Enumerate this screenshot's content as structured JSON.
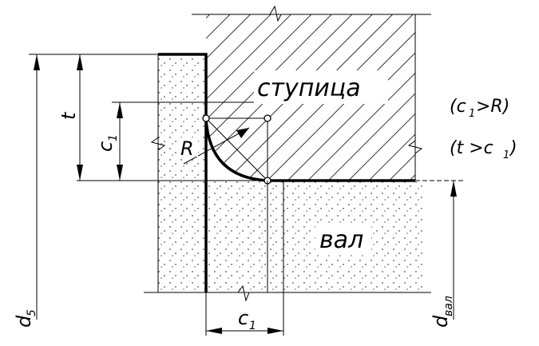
{
  "labels": {
    "hub": "ступица",
    "shaft": "вал",
    "radius": "R",
    "t": "t",
    "c1": "c",
    "c1_sub": "1",
    "c1_left": "c",
    "c1_left_sub": "1",
    "d5": "d",
    "d5_sub": "5",
    "dval": "d",
    "dval_sub": "вал",
    "cond1": "(c",
    "cond1_sub": "1",
    "cond1_rest": ">R)",
    "cond2": "(t >c",
    "cond2_sub": "1",
    "cond2_rest": ")"
  }
}
